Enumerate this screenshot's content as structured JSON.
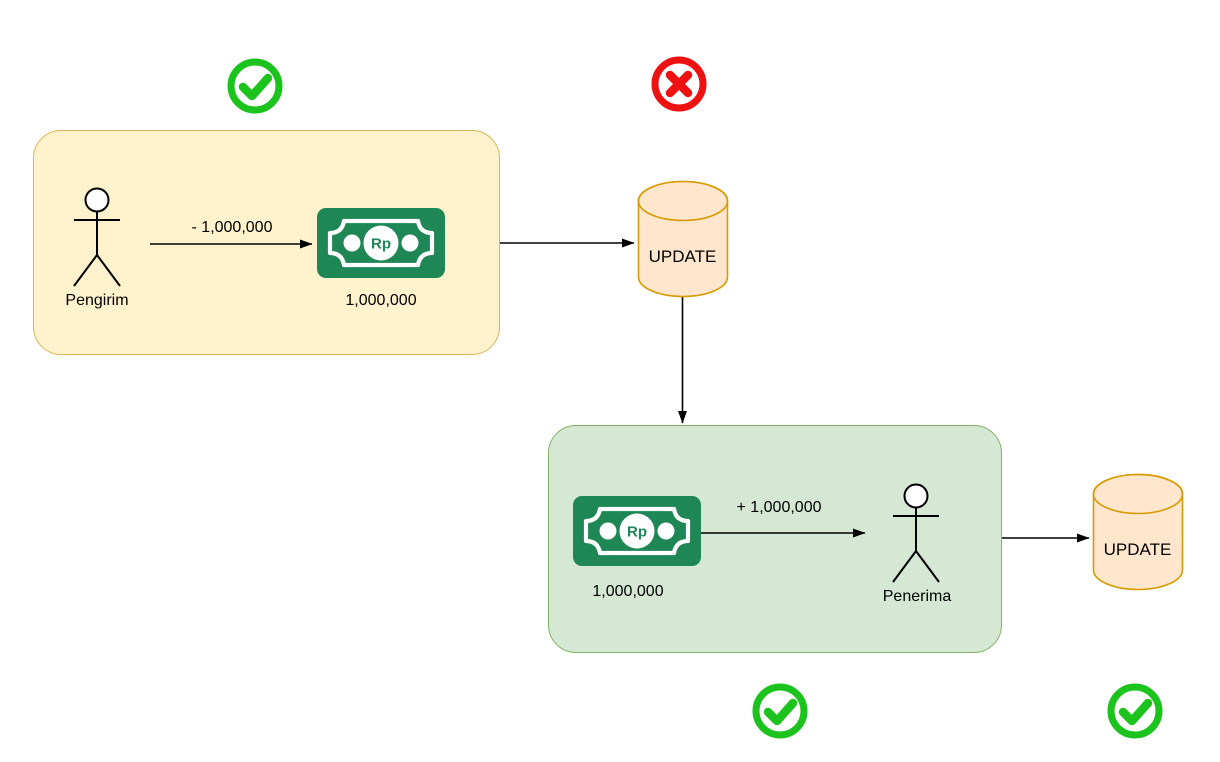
{
  "colors": {
    "sender_box_fill": "#FFF2CC",
    "sender_box_stroke": "#D6B656",
    "receiver_box_fill": "#D5E8D4",
    "receiver_box_stroke": "#82B366",
    "database_fill": "#FFE6CC",
    "database_stroke": "#D79B00",
    "money_green": "#1F8656",
    "check_green": "#1DC31D",
    "cross_red": "#EE1111",
    "connector_black": "#000000"
  },
  "sender_section": {
    "actor_label": "Pengirim",
    "amount_change_label": "- 1,000,000",
    "money_amount_label": "1,000,000",
    "currency_symbol": "Rp",
    "status_icon": "check-circle-icon"
  },
  "database_update_1": {
    "label": "UPDATE",
    "status_icon": "cross-circle-icon"
  },
  "receiver_section": {
    "actor_label": "Penerima",
    "amount_change_label": "+ 1,000,000",
    "money_amount_label": "1,000,000",
    "currency_symbol": "Rp",
    "status_icon": "check-circle-icon"
  },
  "database_update_2": {
    "label": "UPDATE",
    "status_icon": "check-circle-icon"
  }
}
